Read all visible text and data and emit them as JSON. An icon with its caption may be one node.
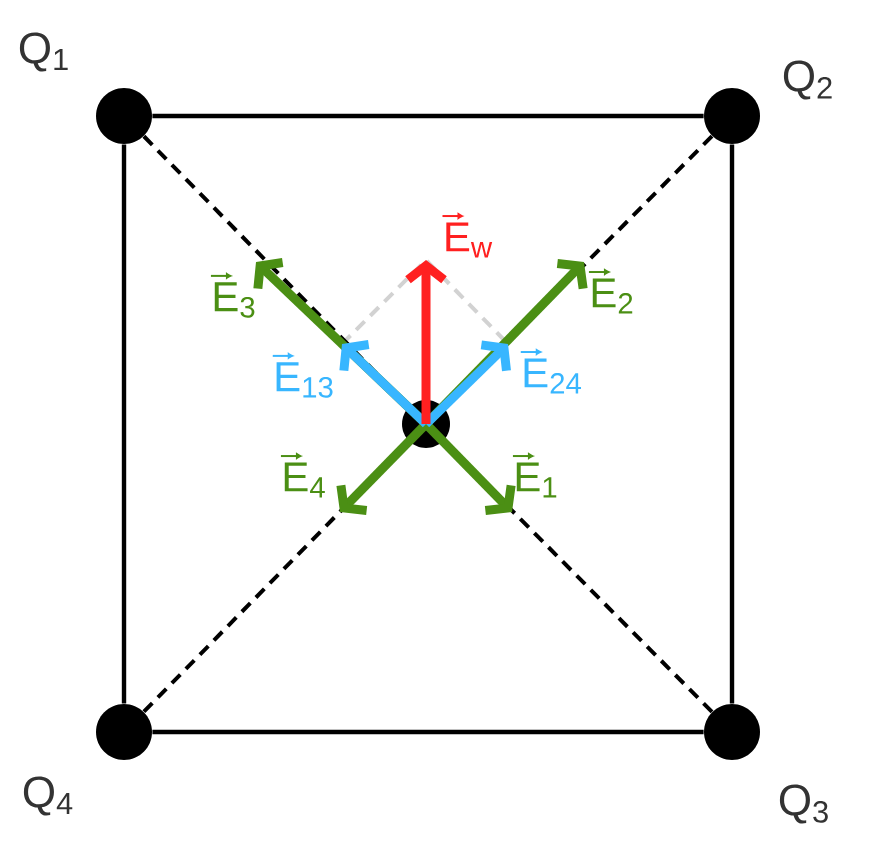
{
  "diagram": {
    "nodes": [
      {
        "text": [],
        "shape": "circle",
        "beside": [
          "Q$_{1}$"
        ]
      },
      {
        "text": [],
        "shape": "circle",
        "beside": [
          "Q$_{2}$"
        ]
      },
      {
        "text": [],
        "shape": "circle",
        "beside": [
          "Q$_{3}$"
        ]
      },
      {
        "text": [],
        "shape": "circle",
        "beside": [
          "Q$_{4}$"
        ]
      },
      {
        "text": [],
        "shape": "circle"
      }
    ],
    "edges": [
      {
        "from": 0,
        "to": 1,
        "arrow": "none"
      },
      {
        "from": 1,
        "to": 2,
        "arrow": "none"
      },
      {
        "from": 2,
        "to": 3,
        "arrow": "none"
      },
      {
        "from": 3,
        "to": 0,
        "arrow": "none"
      },
      {
        "from": 0,
        "to": 4,
        "arrow": "none",
        "style": "dashed"
      },
      {
        "from": 1,
        "to": 4,
        "arrow": "none",
        "style": "dashed"
      },
      {
        "from": 2,
        "to": 4,
        "arrow": "none",
        "style": "dashed"
      },
      {
        "from": 3,
        "to": 4,
        "arrow": "none",
        "style": "dashed"
      },
      {
        "from": 4,
        "to": null,
        "arrow": "to",
        "label": "E$_{1}$",
        "style": "thick",
        "color": "#4b8f14"
      },
      {
        "from": 4,
        "to": null,
        "arrow": "to",
        "label": "E$_{2}$",
        "style": "thick",
        "color": "#4b8f14"
      },
      {
        "from": 4,
        "to": null,
        "arrow": "to",
        "label": "E$_{3}$",
        "style": "thick",
        "color": "#4b8f14"
      },
      {
        "from": 4,
        "to": null,
        "arrow": "to",
        "label": "E$_{4}$",
        "style": "thick",
        "color": "#4b8f14"
      },
      {
        "from": 4,
        "to": null,
        "arrow": "to",
        "label": "E$_{13}$",
        "style": "thick",
        "color": "#38b6ff"
      },
      {
        "from": 4,
        "to": null,
        "arrow": "to",
        "label": "E$_{24}$",
        "style": "thick",
        "color": "#38b6ff"
      },
      {
        "from": 4,
        "to": null,
        "arrow": "to",
        "label": "E$_{w}$",
        "style": "thick",
        "color": "#ff2020"
      }
    ]
  }
}
